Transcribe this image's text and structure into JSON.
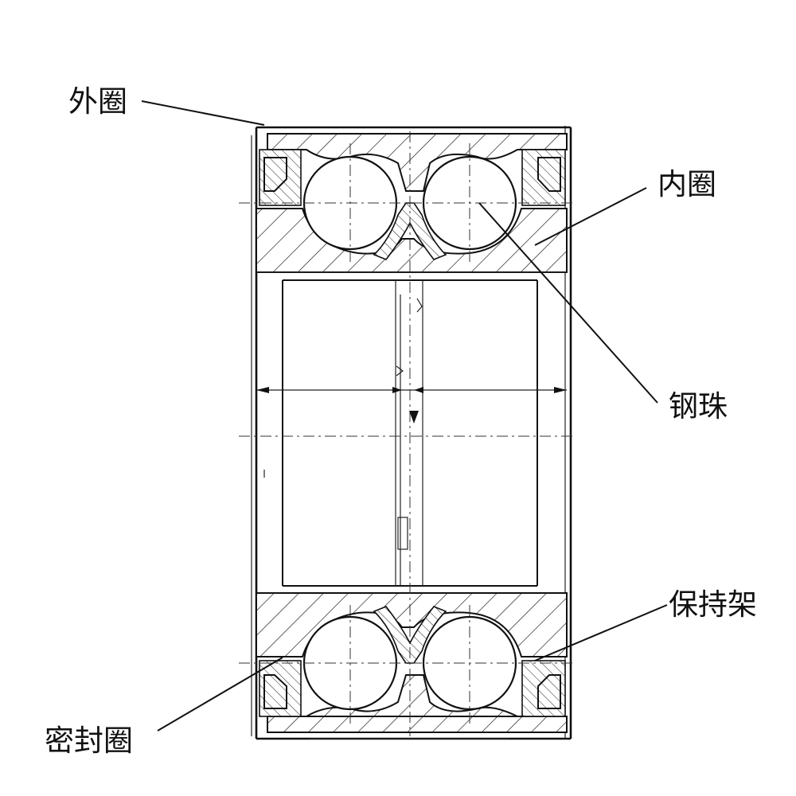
{
  "labels": {
    "outer_ring": "外圈",
    "inner_ring": "内圈",
    "steel_ball": "钢珠",
    "cage": "保持架",
    "seal": "密封圈"
  }
}
